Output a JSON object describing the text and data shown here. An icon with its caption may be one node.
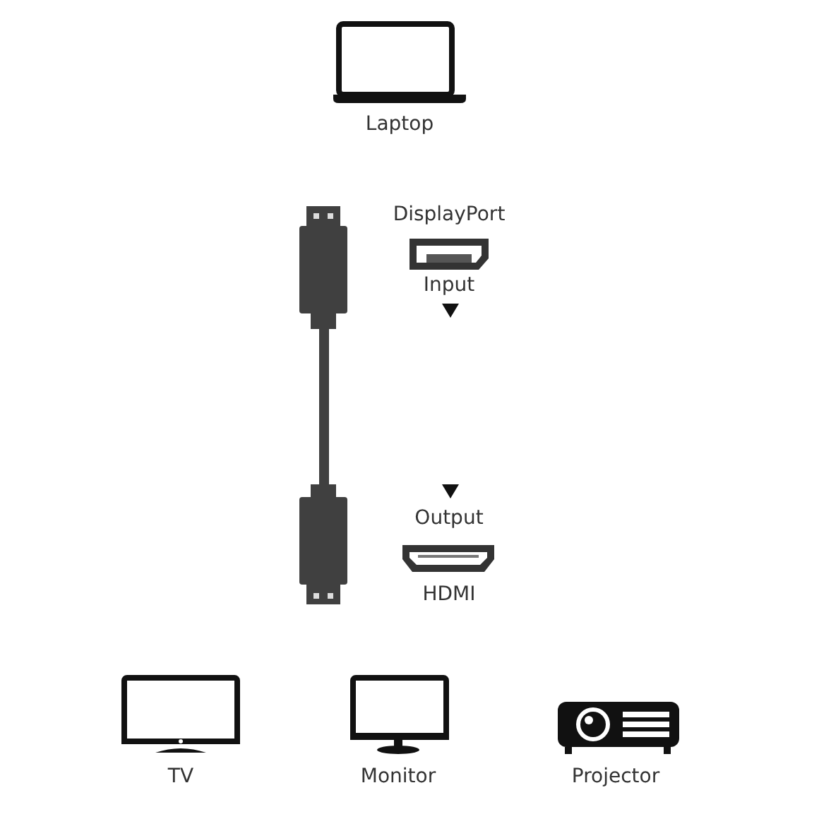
{
  "diagram": {
    "labels": [
      "Laptop",
      "DisplayPort",
      "Input",
      "Output",
      "HDMI",
      "TV",
      "Monitor",
      "Projector"
    ]
  }
}
